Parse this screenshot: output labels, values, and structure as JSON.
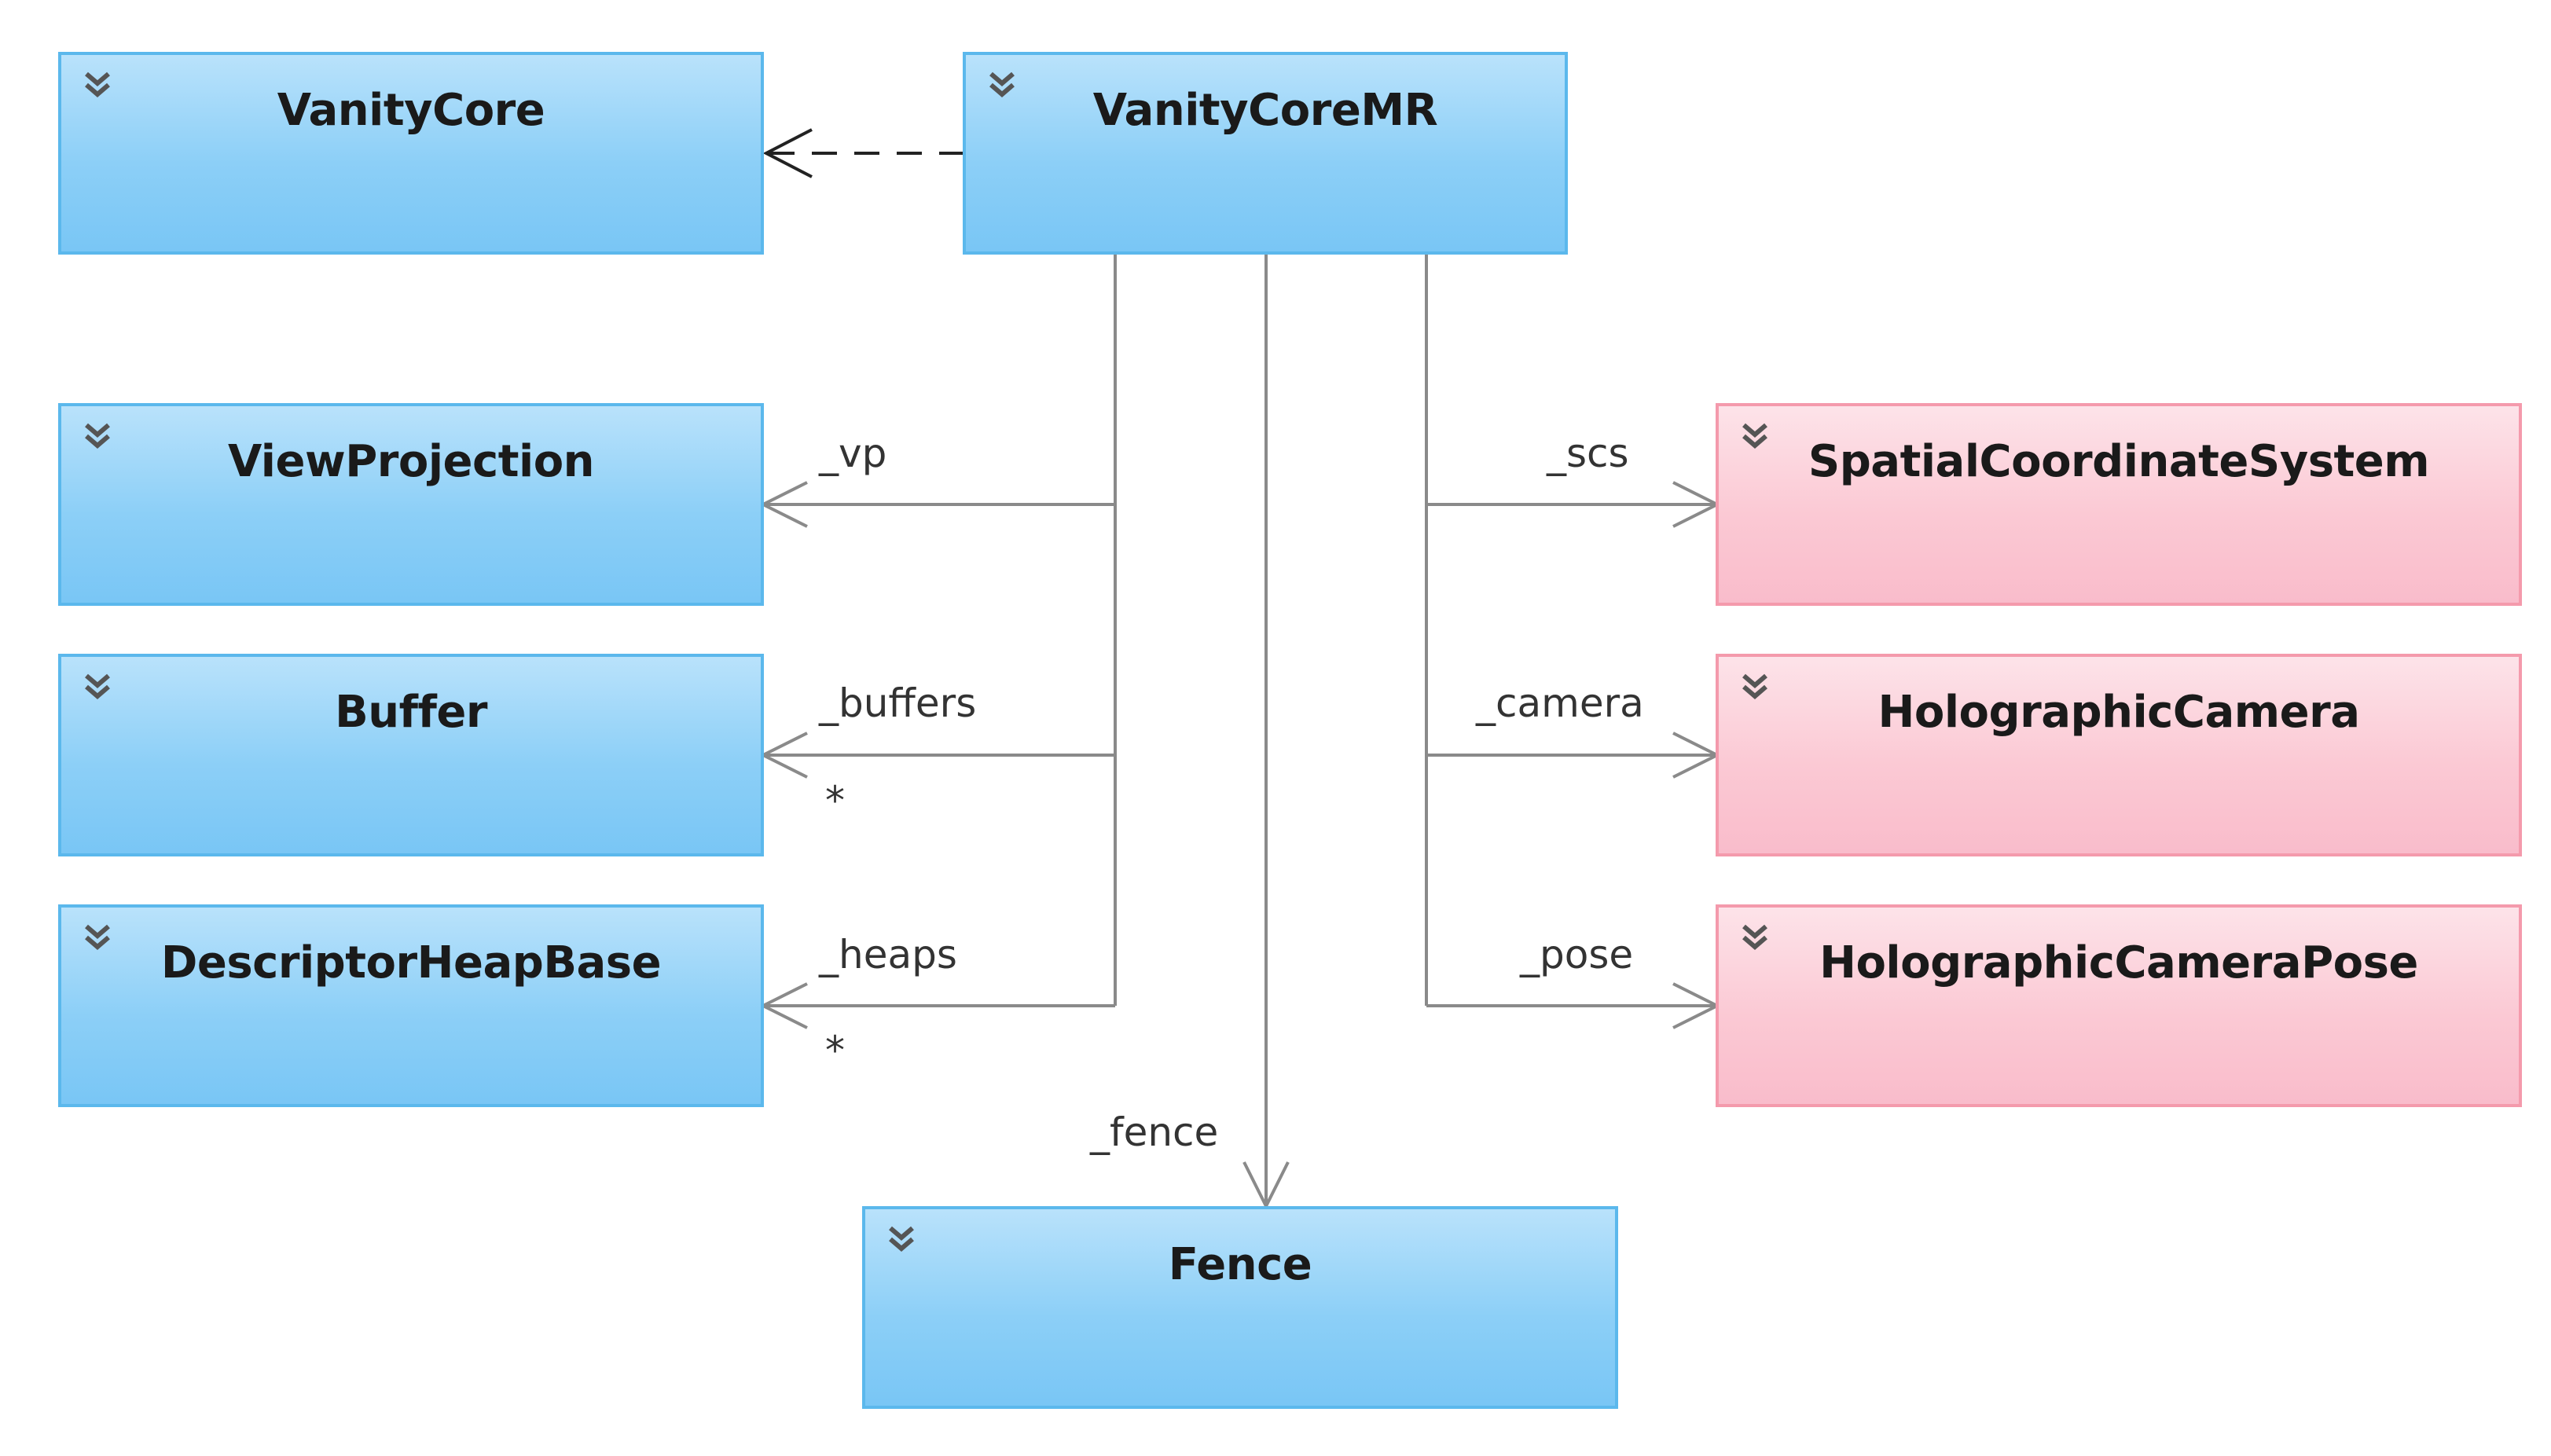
{
  "classes": {
    "vanity_core": "VanityCore",
    "vanity_core_mr": "VanityCoreMR",
    "view_projection": "ViewProjection",
    "buffer": "Buffer",
    "descriptor_heap_base": "DescriptorHeapBase",
    "spatial_coordinate_system": "SpatialCoordinateSystem",
    "holographic_camera": "HolographicCamera",
    "holographic_camera_pose": "HolographicCameraPose",
    "fence": "Fence"
  },
  "associations": {
    "vp": "_vp",
    "buffers": "_buffers",
    "buffers_multiplicity": "*",
    "heaps": "_heaps",
    "heaps_multiplicity": "*",
    "scs": "_scs",
    "camera": "_camera",
    "pose": "_pose",
    "fence": "_fence"
  },
  "icons": {
    "collapse": "chevron-double-down-icon"
  },
  "colors": {
    "internal_class_fill": "#8ccff7",
    "internal_class_border": "#5bb8ec",
    "external_class_fill": "#fbc9d4",
    "external_class_border": "#f49aac",
    "connector": "#8a8a8a",
    "dependency": "#222222"
  }
}
